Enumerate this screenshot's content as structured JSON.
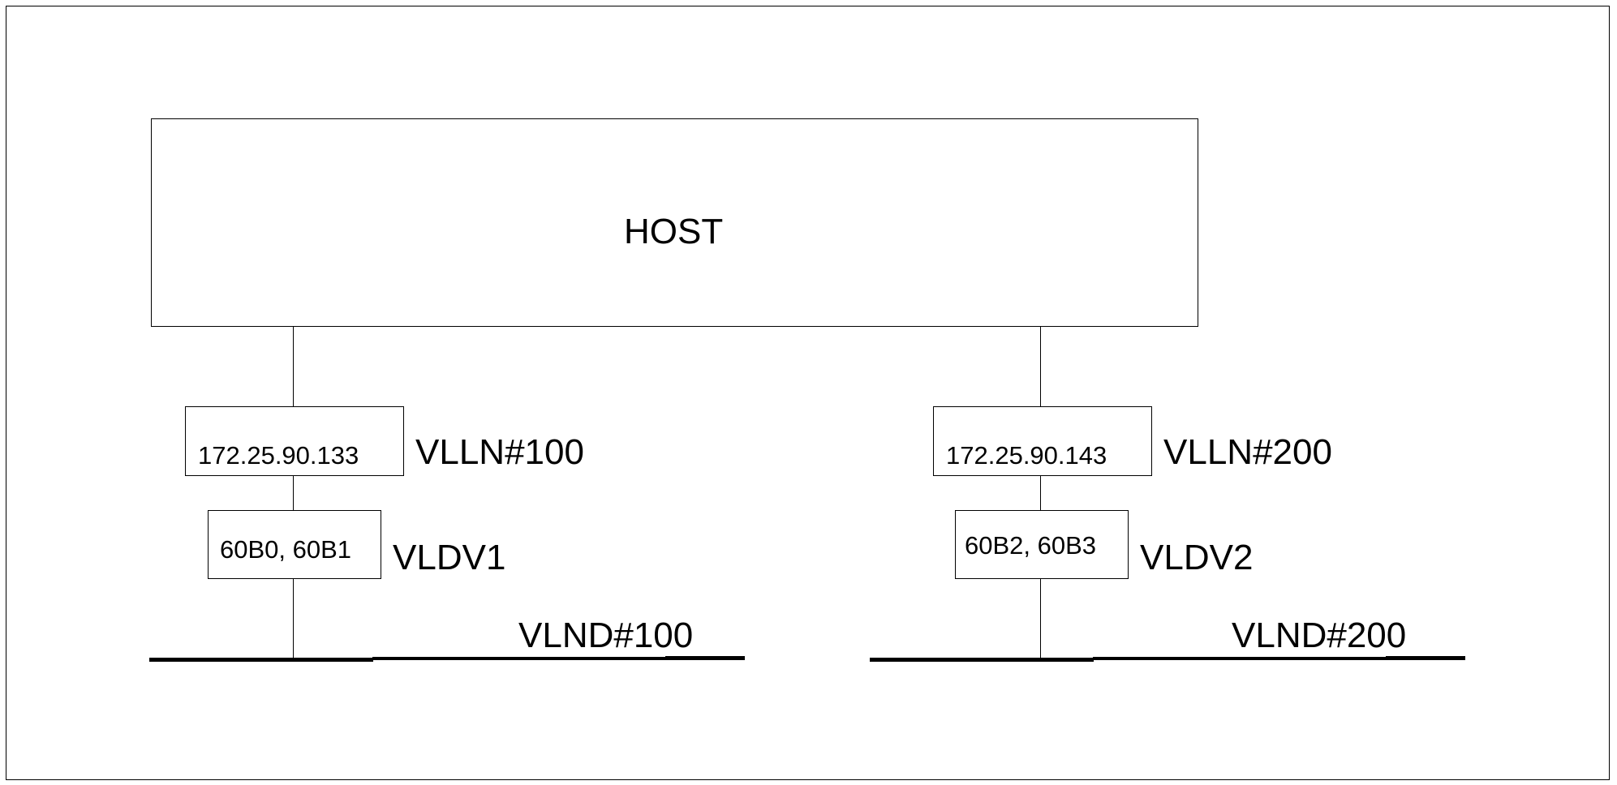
{
  "diagram": {
    "host": {
      "label": "HOST"
    },
    "branches": [
      {
        "interface_ip": "172.25.90.133",
        "interface_name": "VLLN#100",
        "devices": "60B0, 60B1",
        "device_name": "VLDV1",
        "network_name": "VLND#100"
      },
      {
        "interface_ip": "172.25.90.143",
        "interface_name": "VLLN#200",
        "devices": "60B2, 60B3",
        "device_name": "VLDV2",
        "network_name": "VLND#200"
      }
    ],
    "colors": {
      "line": "#000000",
      "background": "#ffffff"
    }
  }
}
